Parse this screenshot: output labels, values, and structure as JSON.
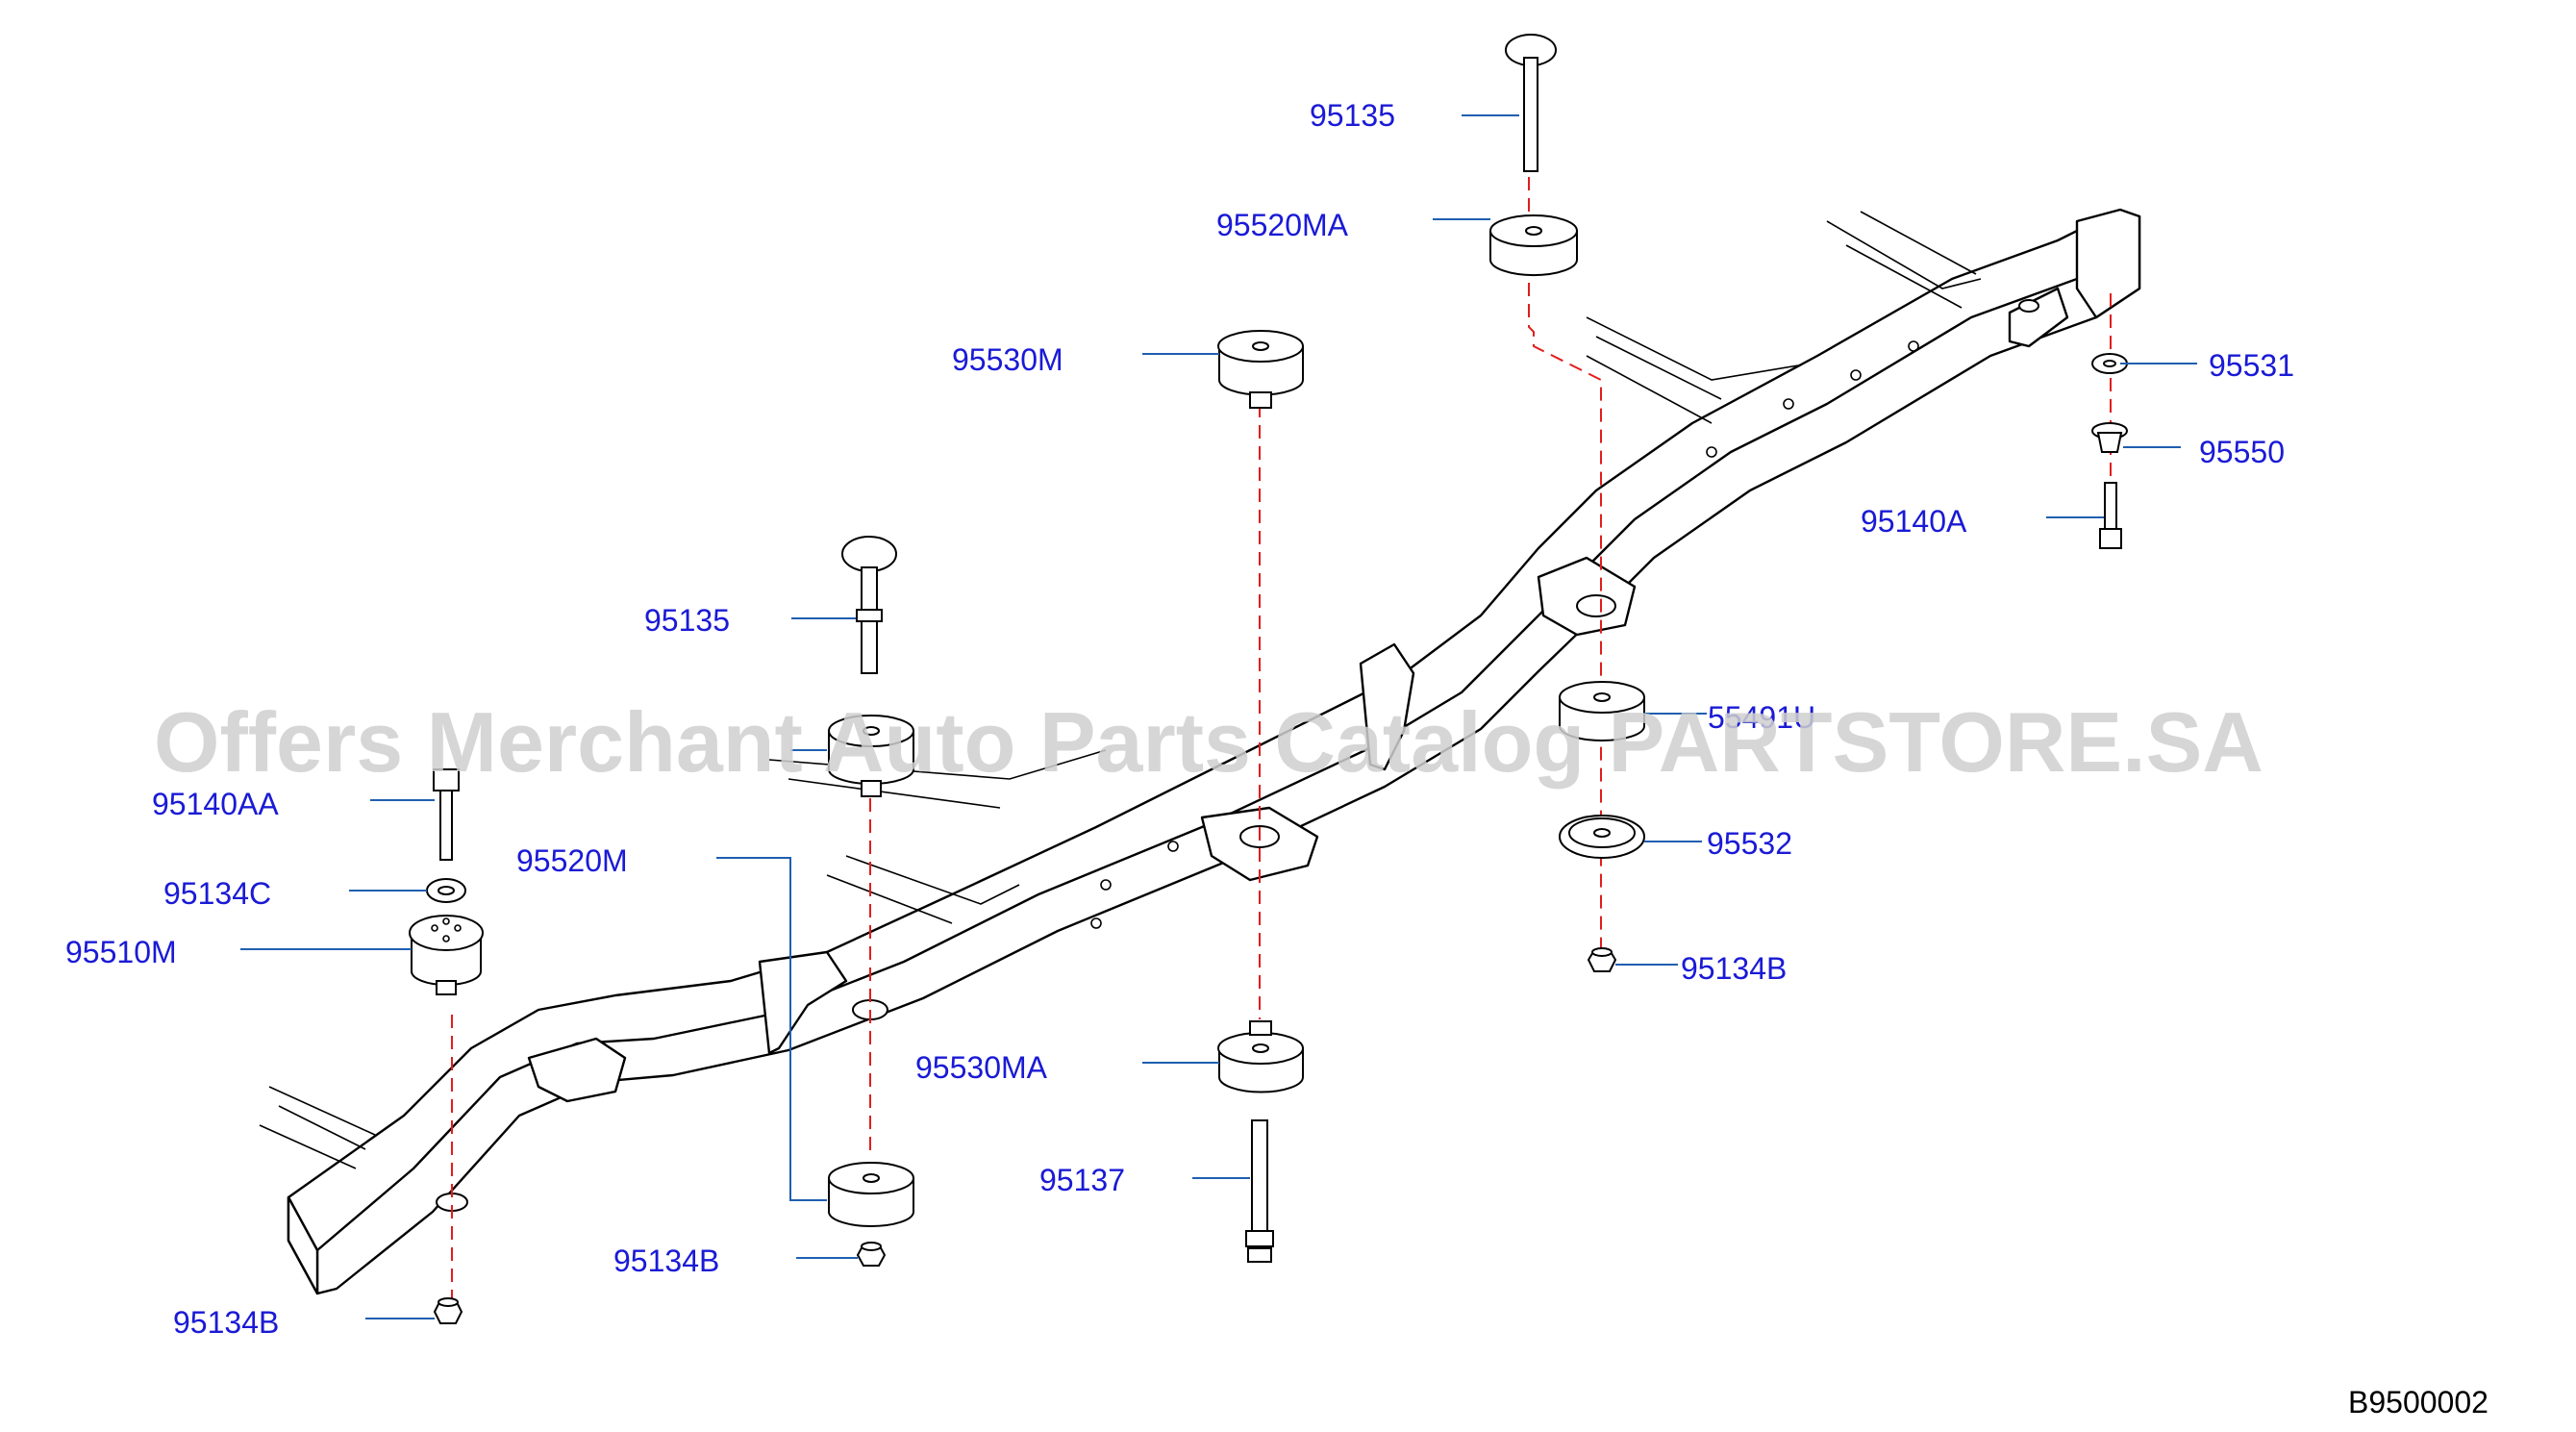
{
  "diagram_id": "B9500002",
  "watermark": "Offers Merchant Auto Parts Catalog PARTSTORE.SA",
  "labels": {
    "p95135_top": "95135",
    "p95520MA": "95520MA",
    "p95530M": "95530M",
    "p95531": "95531",
    "p95550": "95550",
    "p95140A": "95140A",
    "p95135_mid": "95135",
    "p55491U": "55491U",
    "p95140AA": "95140AA",
    "p95520M": "95520M",
    "p95532": "95532",
    "p95134C": "95134C",
    "p95510M": "95510M",
    "p95134B_right": "95134B",
    "p95530MA": "95530MA",
    "p95137": "95137",
    "p95134B_mid": "95134B",
    "p95134B_left": "95134B"
  },
  "colors": {
    "label": "#1a1ad6",
    "leader": "#1f5fb0",
    "centerline": "#e11d1d",
    "outline": "#000000",
    "watermark": "#cfcfcf"
  }
}
